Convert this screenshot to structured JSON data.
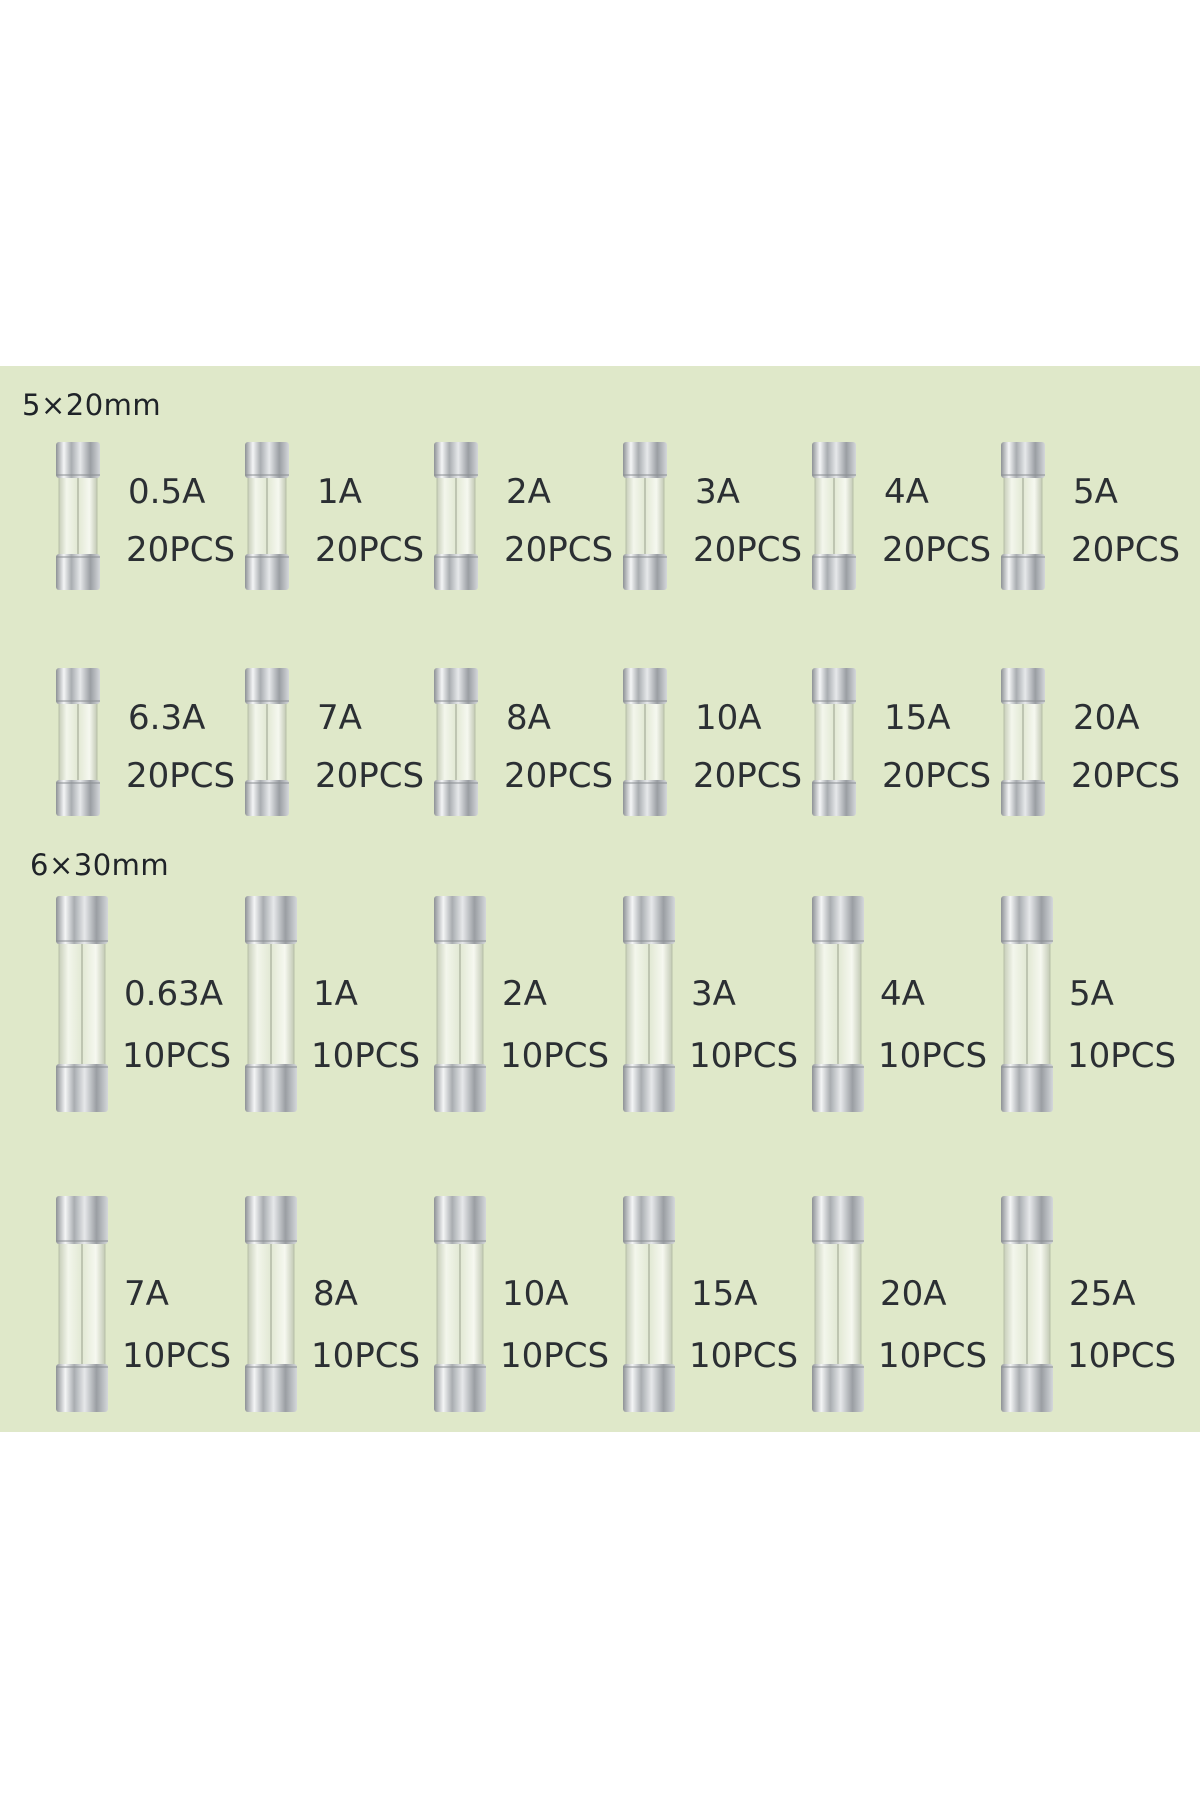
{
  "sections": [
    {
      "label": "5×20mm",
      "rows": [
        [
          {
            "amp": "0.5A",
            "pcs": "20PCS"
          },
          {
            "amp": "1A",
            "pcs": "20PCS"
          },
          {
            "amp": "2A",
            "pcs": "20PCS"
          },
          {
            "amp": "3A",
            "pcs": "20PCS"
          },
          {
            "amp": "4A",
            "pcs": "20PCS"
          },
          {
            "amp": "5A",
            "pcs": "20PCS"
          }
        ],
        [
          {
            "amp": "6.3A",
            "pcs": "20PCS"
          },
          {
            "amp": "7A",
            "pcs": "20PCS"
          },
          {
            "amp": "8A",
            "pcs": "20PCS"
          },
          {
            "amp": "10A",
            "pcs": "20PCS"
          },
          {
            "amp": "15A",
            "pcs": "20PCS"
          },
          {
            "amp": "20A",
            "pcs": "20PCS"
          }
        ]
      ]
    },
    {
      "label": "6×30mm",
      "rows": [
        [
          {
            "amp": "0.63A",
            "pcs": "10PCS"
          },
          {
            "amp": "1A",
            "pcs": "10PCS"
          },
          {
            "amp": "2A",
            "pcs": "10PCS"
          },
          {
            "amp": "3A",
            "pcs": "10PCS"
          },
          {
            "amp": "4A",
            "pcs": "10PCS"
          },
          {
            "amp": "5A",
            "pcs": "10PCS"
          }
        ],
        [
          {
            "amp": "7A",
            "pcs": "10PCS"
          },
          {
            "amp": "8A",
            "pcs": "10PCS"
          },
          {
            "amp": "10A",
            "pcs": "10PCS"
          },
          {
            "amp": "15A",
            "pcs": "10PCS"
          },
          {
            "amp": "20A",
            "pcs": "10PCS"
          },
          {
            "amp": "25A",
            "pcs": "10PCS"
          }
        ]
      ]
    }
  ],
  "colors": {
    "panel_background": "#dfe8c9",
    "text": "#2b2f33",
    "metal_cap": "#c9ccd0",
    "glass": "#eef3e4"
  },
  "icon": "glass-cartridge-fuse-icon"
}
